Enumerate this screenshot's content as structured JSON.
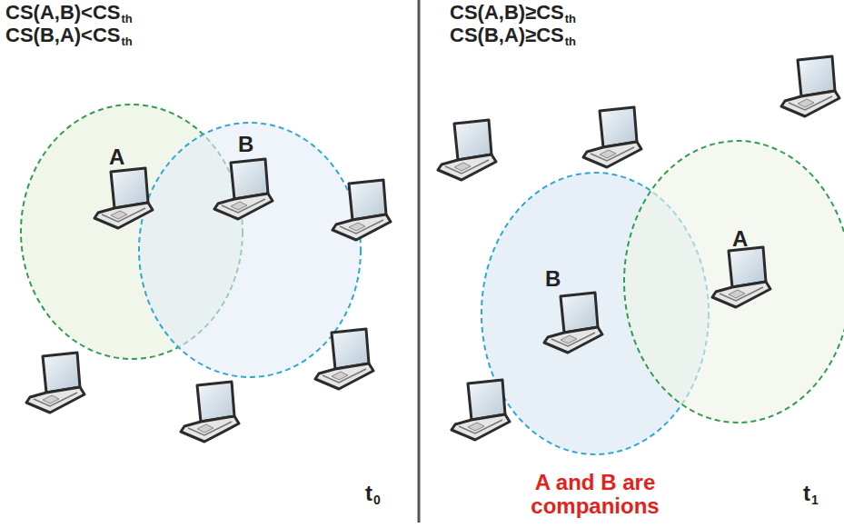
{
  "diagram": {
    "labels": [
      "CS(A,B)<CS",
      "th",
      "CS(B,A)<CS",
      "th",
      "A",
      "B",
      "t",
      "0",
      "CS(A,B)≥CS",
      "th",
      "CS(B,A)≥CS",
      "th",
      "B",
      "A",
      "A and B are companions",
      "t",
      "1"
    ]
  }
}
